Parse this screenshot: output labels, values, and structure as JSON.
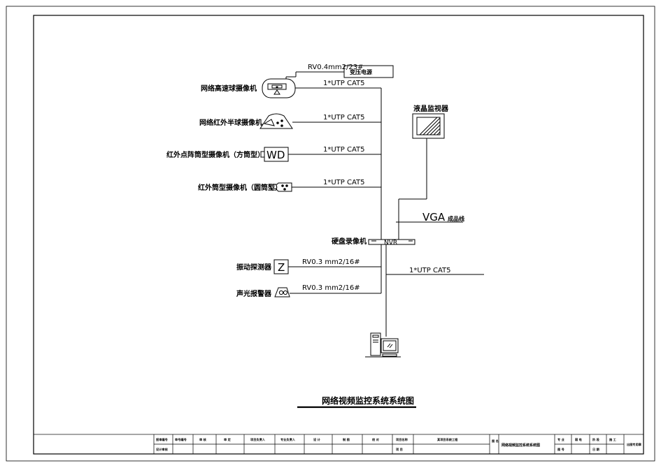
{
  "diagram": {
    "title": "网络视频监控系统系统图",
    "nodes": {
      "transformer": "变压电源",
      "speed_dome": "网络高速球摄像机",
      "ir_half_dome": "网络红外半球摄像机",
      "ir_dot_box": "红外点阵筒型摄像机（方筒型）",
      "wd_label": "WD",
      "ir_bullet": "红外筒型摄像机（圆筒型）",
      "monitor": "液晶监视器",
      "nvr_label": "硬盘录像机",
      "nvr_text": "NVR",
      "vibration": "振动探测器",
      "vibration_symbol": "Z",
      "alarm": "声光报警器"
    },
    "cables": {
      "power": "RV0.4mm2/23#",
      "utp": "1*UTP CAT5",
      "vga_a": "VGA",
      "vga_b": "成品线",
      "rv_signal": "RV0.3 mm2/16#"
    }
  },
  "title_block": {
    "row1": [
      "报审编号",
      "审号编号",
      "审 核",
      "审 定",
      "项目负责人",
      "专业负责人",
      "设 计",
      "制 图",
      "校 对",
      "项目名称",
      "某项目系统工程"
    ],
    "row2": [
      "设计审核",
      "项 目"
    ],
    "drawing_name_label": "图 名",
    "drawing_name": "网络视频监控系统系统图",
    "right_labels": [
      "专 业",
      "弱 电",
      "阶 段",
      "施 工"
    ],
    "right_labels_2": [
      "图 号",
      "日 期"
    ],
    "stamp": "出图专用章"
  }
}
